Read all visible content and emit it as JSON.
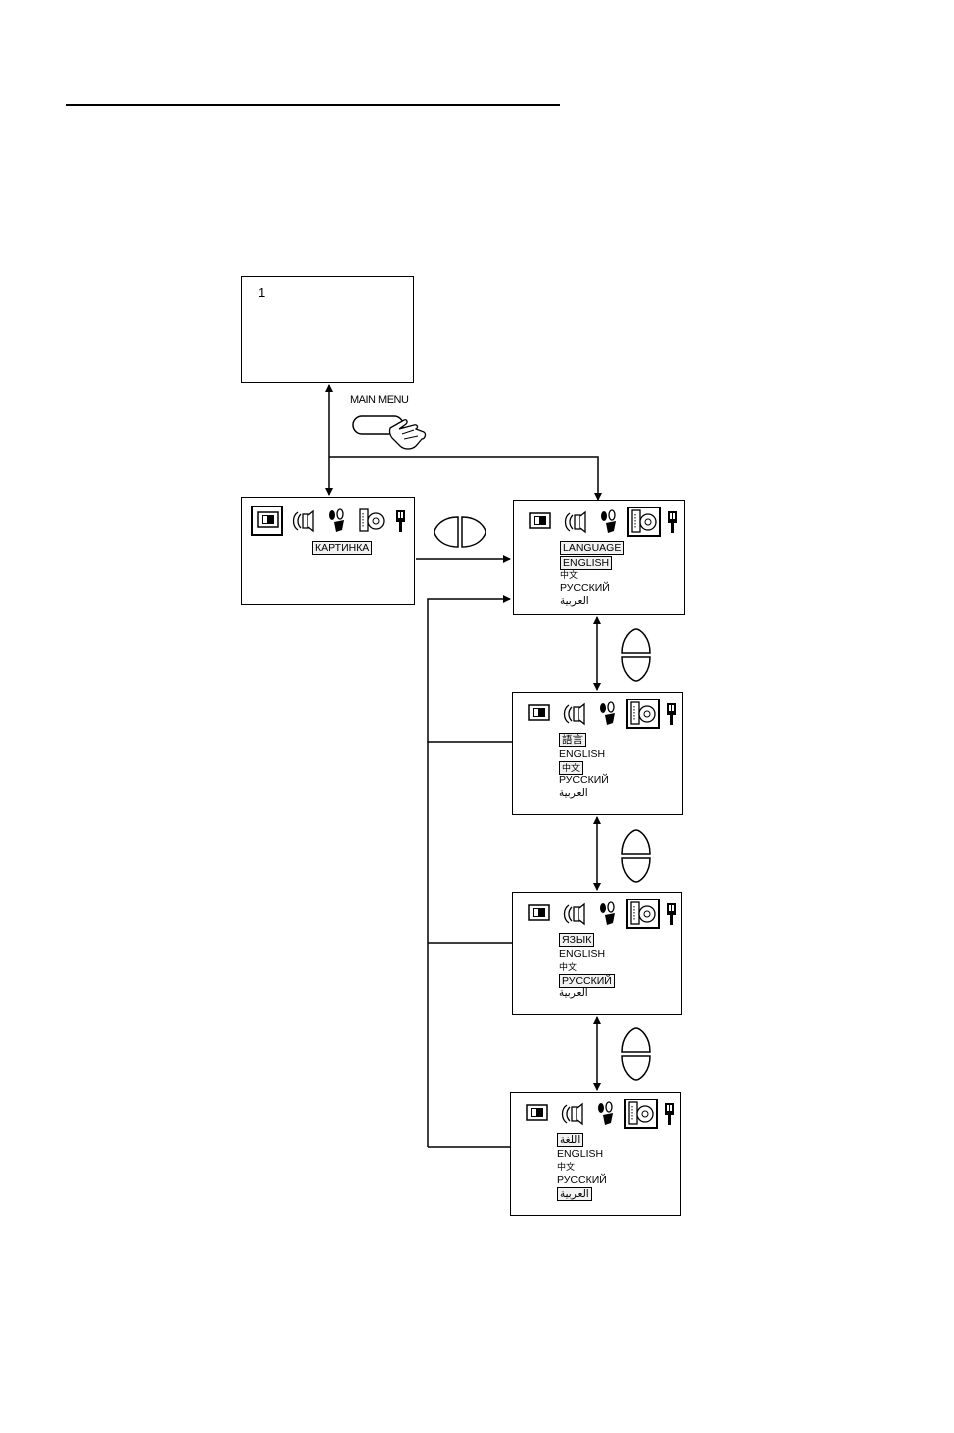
{
  "tv_screen": {
    "channel": "1"
  },
  "remote": {
    "main_menu_label": "MAIN MENU"
  },
  "menu_picture": {
    "selected_label": "КАРТИНКА"
  },
  "lang_screens": [
    {
      "header": "LANGUAGE",
      "items": [
        "ENGLISH",
        "中文",
        "РУССКИЙ",
        "العربية"
      ],
      "selected": 0
    },
    {
      "header": "語言",
      "items": [
        "ENGLISH",
        "中文",
        "РУССКИЙ",
        "العربية"
      ],
      "selected": 1
    },
    {
      "header": "ЯЗЫК",
      "items": [
        "ENGLISH",
        "中文",
        "РУССКИЙ",
        "العربية"
      ],
      "selected": 2
    },
    {
      "header": "اللغة",
      "items": [
        "ENGLISH",
        "中文",
        "РУССКИЙ",
        "العربية"
      ],
      "selected": 3
    }
  ],
  "icons": [
    "picture-icon",
    "sound-icon",
    "feature-icon",
    "language-icon",
    "plug-icon"
  ]
}
